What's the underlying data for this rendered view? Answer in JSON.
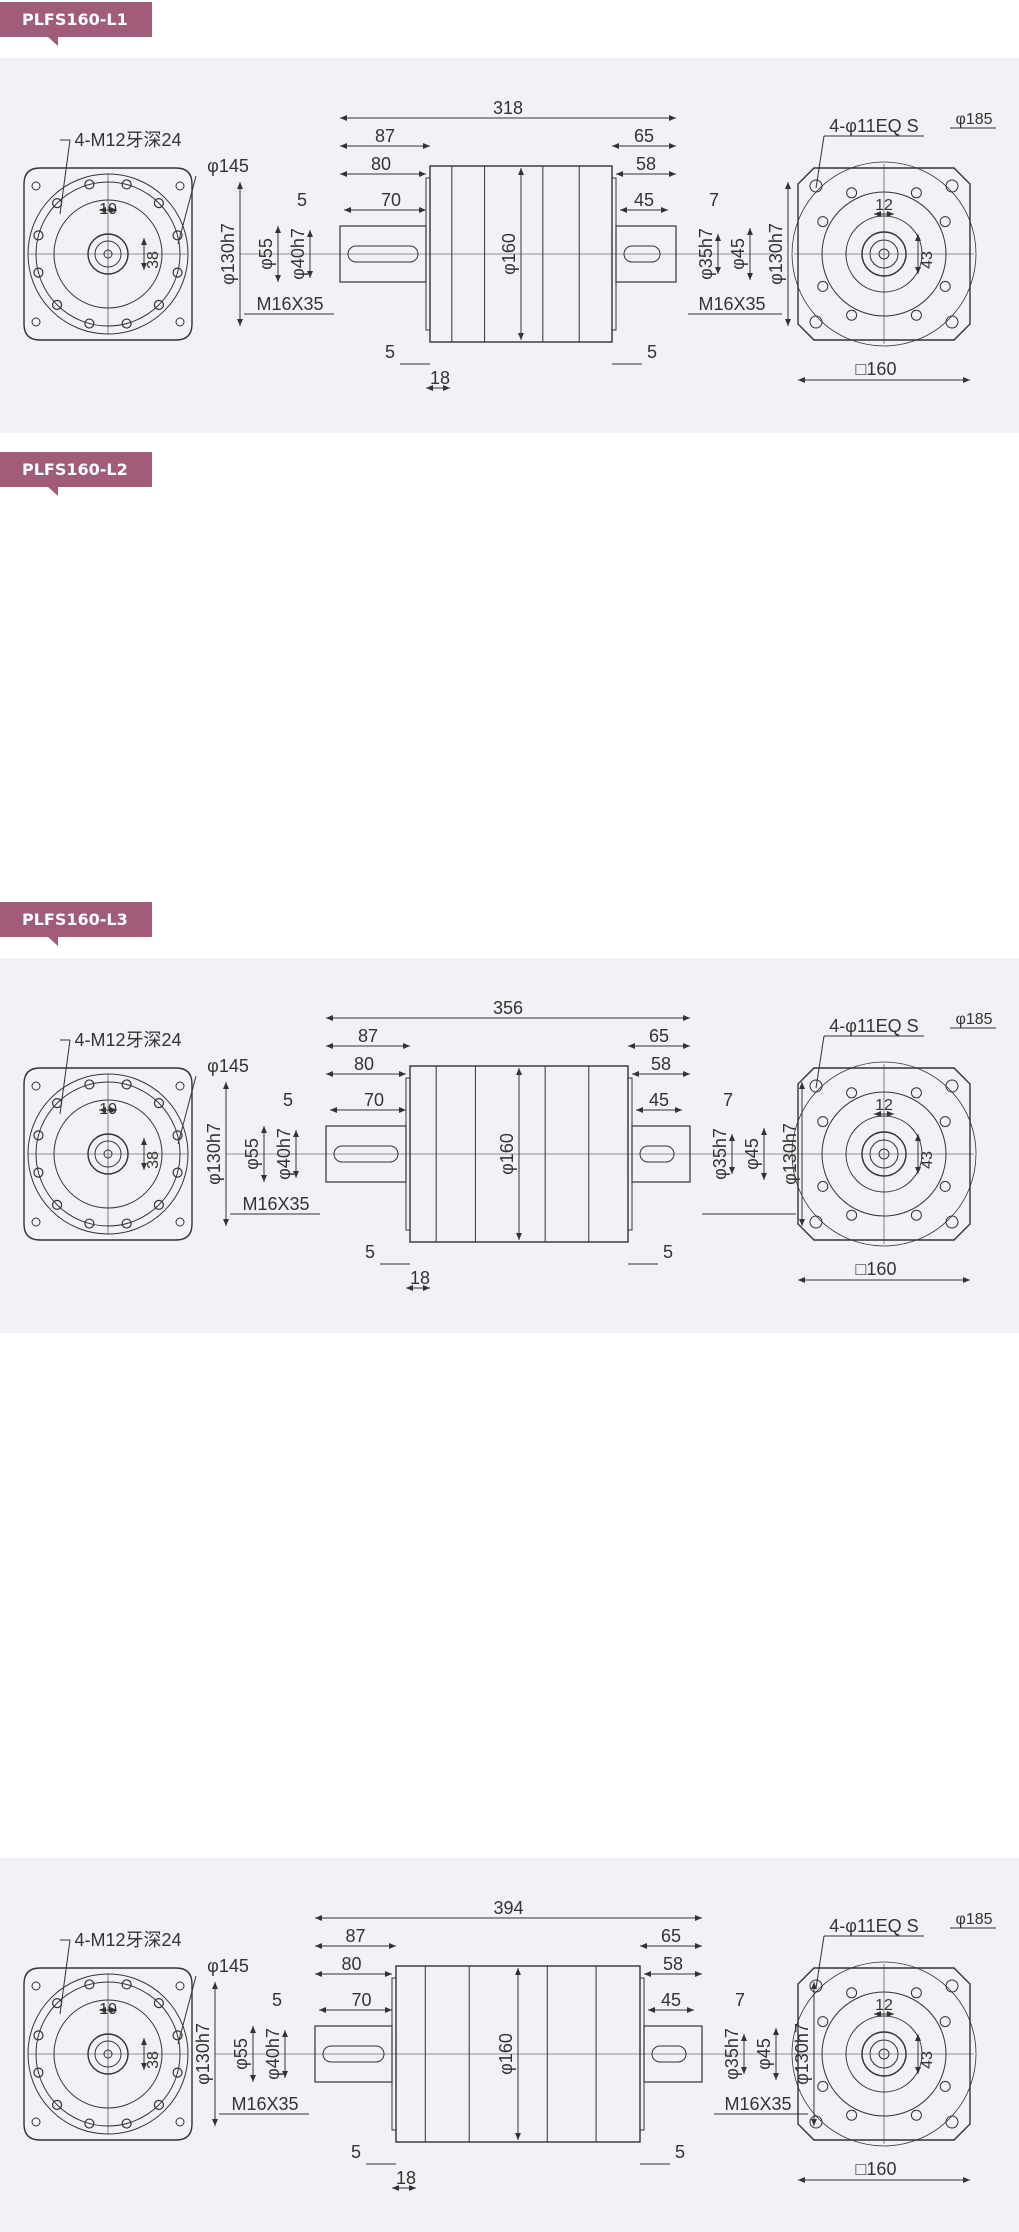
{
  "colors": {
    "tag": "#a15c7a",
    "panel": "#f3f1f5",
    "line": "#333333"
  },
  "sections": [
    {
      "title": "PLFS160-L1",
      "front": {
        "tap": "4-M12牙深24",
        "pcd": "φ145",
        "key_w": "10",
        "key_h": "38"
      },
      "side": {
        "overall": "318",
        "d87": "87",
        "d80": "80",
        "d5a": "5",
        "d70": "70",
        "d65": "65",
        "d58": "58",
        "d45": "45",
        "d7": "7",
        "in_pilot": "φ130h7",
        "in_d55": "φ55",
        "in_d40": "φ40h7",
        "in_thread": "M16X35",
        "body": "φ160",
        "out_d35": "φ35h7",
        "out_d45": "φ45",
        "out_pilot": "φ130h7",
        "out_thread": "M16X35",
        "d5b": "5",
        "d18": "18",
        "d5c": "5"
      },
      "rear": {
        "holes": "4-φ11EQ S",
        "pcd": "φ185",
        "key_w": "12",
        "key_h": "43",
        "square": "□160"
      }
    },
    {
      "title": "PLFS160-L2",
      "front": {
        "tap": "4-M12牙深24",
        "pcd": "φ145",
        "key_w": "10",
        "key_h": "38"
      },
      "side": {
        "overall": "356",
        "d87": "87",
        "d80": "80",
        "d5a": "5",
        "d70": "70",
        "d65": "65",
        "d58": "58",
        "d45": "45",
        "d7": "7",
        "in_pilot": "φ130h7",
        "in_d55": "φ55",
        "in_d40": "φ40h7",
        "in_thread": "M16X35",
        "body": "φ160",
        "out_d35": "φ35h7",
        "out_d45": "φ45",
        "out_pilot": "φ130h7",
        "out_thread": "",
        "d5b": "5",
        "d18": "18",
        "d5c": "5"
      },
      "rear": {
        "holes": "4-φ11EQ S",
        "pcd": "φ185",
        "key_w": "12",
        "key_h": "43",
        "square": "□160"
      }
    },
    {
      "title": "PLFS160-L3",
      "front": {
        "tap": "4-M12牙深24",
        "pcd": "φ145",
        "key_w": "10",
        "key_h": "38"
      },
      "side": {
        "overall": "394",
        "d87": "87",
        "d80": "80",
        "d5a": "5",
        "d70": "70",
        "d65": "65",
        "d58": "58",
        "d45": "45",
        "d7": "7",
        "in_pilot": "φ130h7",
        "in_d55": "φ55",
        "in_d40": "φ40h7",
        "in_thread": "M16X35",
        "body": "φ160",
        "out_d35": "φ35h7",
        "out_d45": "φ45",
        "out_pilot": "φ130h7",
        "out_thread": "M16X35",
        "d5b": "5",
        "d18": "18",
        "d5c": "5"
      },
      "rear": {
        "holes": "4-φ11EQ S",
        "pcd": "φ185",
        "key_w": "12",
        "key_h": "43",
        "square": "□160"
      }
    }
  ]
}
